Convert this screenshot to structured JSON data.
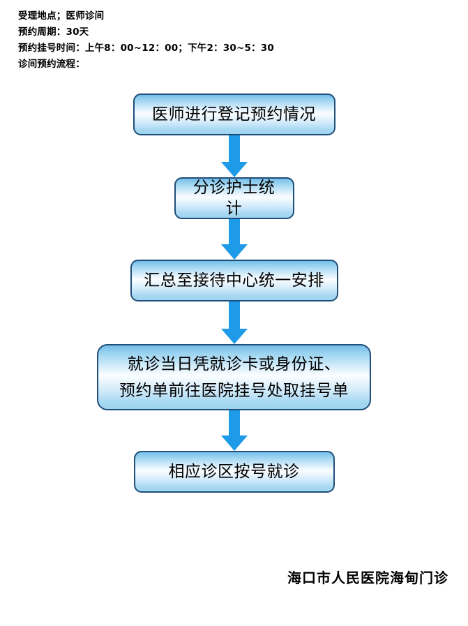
{
  "header": {
    "lines": [
      "受理地点；医师诊间",
      "预约周期：30天",
      "预约挂号时间：上午8：00~12：00；下午2：30~5：30",
      "诊间预约流程："
    ]
  },
  "flow": {
    "nodes": [
      {
        "id": "node-1",
        "label": "医师进行登记预约情况"
      },
      {
        "id": "node-2",
        "label": "分诊护士统计"
      },
      {
        "id": "node-3",
        "label": "汇总至接待中心统一安排"
      },
      {
        "id": "node-4",
        "label": "就诊当日凭就诊卡或身份证、\n预约单前往医院挂号处取挂号单"
      },
      {
        "id": "node-5",
        "label": "相应诊区按号就诊"
      }
    ],
    "arrows": [
      {
        "id": "arrow-1",
        "direction": "down"
      },
      {
        "id": "arrow-2",
        "direction": "down"
      },
      {
        "id": "arrow-3",
        "direction": "down"
      },
      {
        "id": "arrow-4",
        "direction": "down"
      }
    ]
  },
  "footer": {
    "text": "海口市人民医院海甸门诊"
  },
  "colors": {
    "arrow": "#1e9be8",
    "node_border": "#1f4e79",
    "node_fill_top": "#74bfe9",
    "node_fill_mid": "#fbfdff",
    "node_fill_bottom": "#9ed3ef",
    "text": "#000000",
    "background": "#ffffff"
  }
}
